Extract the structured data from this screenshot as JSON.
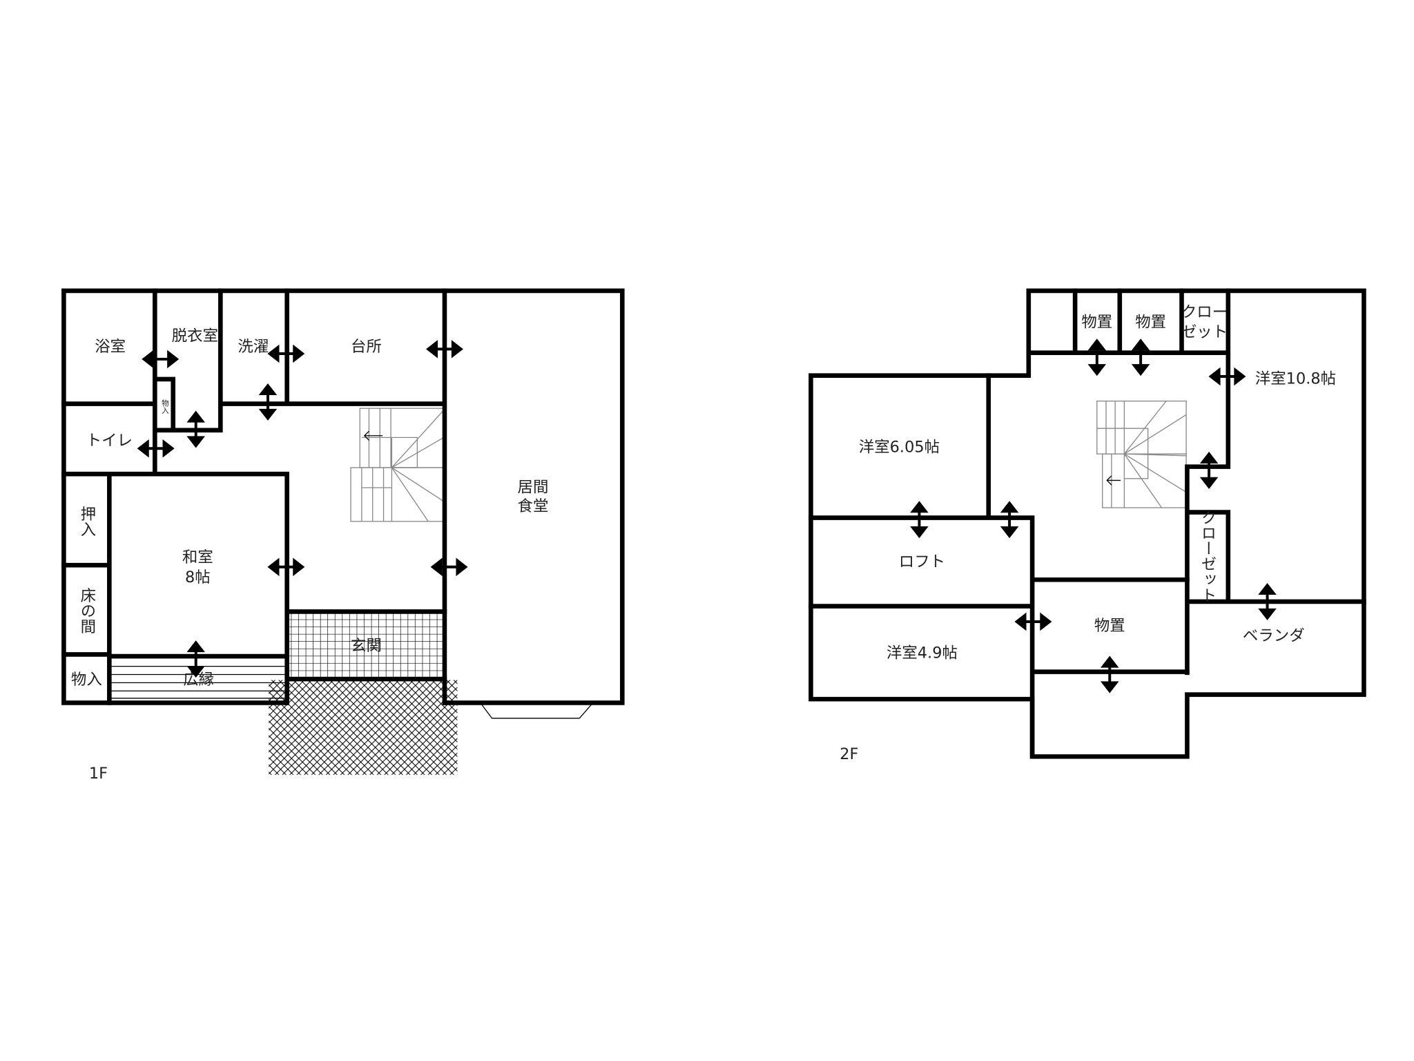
{
  "floor1": {
    "label": "1F",
    "rooms": {
      "bath": "浴室",
      "dressing": "脱衣室",
      "laundry": "洗濯",
      "kitchen": "台所",
      "small_storage": "物入",
      "toilet": "トイレ",
      "oshiire": "押入",
      "tokonoma": "床の間",
      "storage": "物入",
      "hiroen": "広縁",
      "washitsu": "和室",
      "washitsu_size": "8帖",
      "living": "居間",
      "dining": "食堂",
      "entrance": "玄関"
    }
  },
  "floor2": {
    "label": "2F",
    "rooms": {
      "storage_a": "物置",
      "storage_b": "物置",
      "closet_top_1": "クロー",
      "closet_top_2": "ゼット",
      "western_108": "洋室10.8帖",
      "western_605": "洋室6.05帖",
      "loft": "ロフト",
      "closet_side": "クローゼット",
      "storage_c": "物置",
      "veranda": "ベランダ",
      "western_49": "洋室4.9帖"
    }
  }
}
